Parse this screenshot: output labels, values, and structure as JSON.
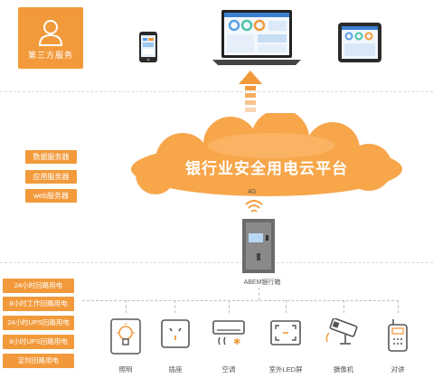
{
  "third_party": {
    "label": "第三方服务"
  },
  "services": [
    "数据服务器",
    "应用服务器",
    "web服务器"
  ],
  "cloud": {
    "title": "银行业安全用电云平台"
  },
  "signal_label": "4G",
  "device_box_label": "ABEM银行箱",
  "circuits": [
    "24小时回路用电",
    "8小时工作回路用电",
    "24小时UPS回路用电",
    "8小时UPS回路用电",
    "定时回路用电"
  ],
  "devices": [
    {
      "label": "照明",
      "icon": "bulb-icon"
    },
    {
      "label": "插座",
      "icon": "socket-icon"
    },
    {
      "label": "空调",
      "icon": "air-conditioner-icon"
    },
    {
      "label": "室外LED屏",
      "icon": "led-screen-icon"
    },
    {
      "label": "摄像机",
      "icon": "camera-icon"
    },
    {
      "label": "对讲",
      "icon": "intercom-icon"
    }
  ],
  "colors": {
    "accent": "#f29a3b",
    "cloud": "#f7a64a",
    "line": "#bfbfbf"
  }
}
